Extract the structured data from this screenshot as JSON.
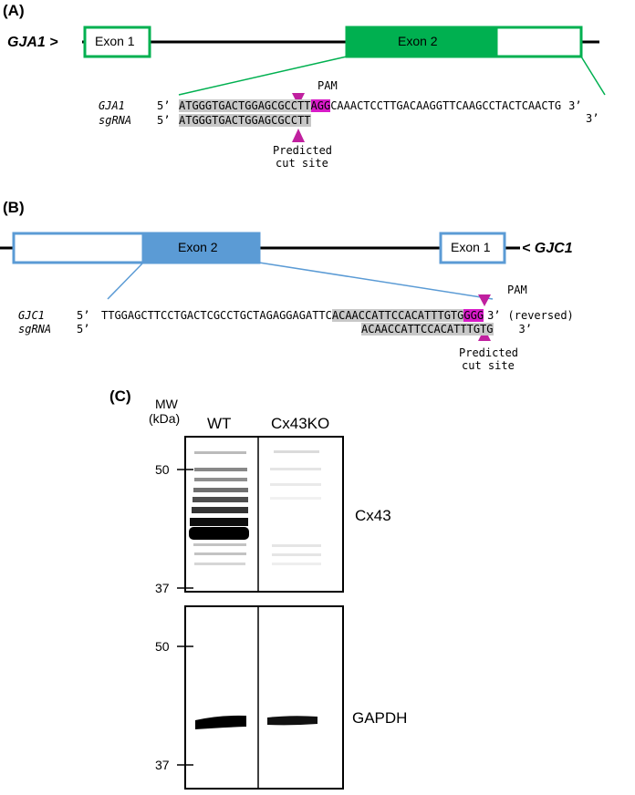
{
  "panel_a": {
    "label": "(A)",
    "gene": "GJA1 >",
    "exon1": "Exon 1",
    "exon2": "Exon 2",
    "colors": {
      "exon": "#00b050",
      "pam": "#d81bc8",
      "highlight": "#c8c8c8"
    },
    "rows": [
      {
        "name": "GJA1",
        "five": "5’",
        "seq_hl": "ATGGGTGACTGGAGCGCCTT",
        "pam": "AGG",
        "rest": "CAAACTCCTTGACAAGGTTCAAGCCTACTCAACTG",
        "three": "3’"
      },
      {
        "name": "sgRNA",
        "five": "5’",
        "seq_hl": "ATGGGTGACTGGAGCGCCTT",
        "pam": "",
        "rest": "",
        "three": "3’"
      }
    ],
    "pam_label": "PAM",
    "cut_label_1": "Predicted",
    "cut_label_2": "cut site"
  },
  "panel_b": {
    "label": "(B)",
    "gene": "< GJC1",
    "exon1": "Exon 1",
    "exon2": "Exon 2",
    "colors": {
      "exon": "#5b9bd5",
      "pam": "#d81bc8",
      "highlight": "#c8c8c8"
    },
    "rows": [
      {
        "name": "GJC1",
        "five": "5’",
        "pre": "TTGGAGCTTCCTGACTCGCCTGCTAGAGGAGATTC",
        "seq_hl": "ACAACCATTCCACATTTGTG",
        "pam": "GGG",
        "three": "3’",
        "note": "(reversed)"
      },
      {
        "name": "sgRNA",
        "five": "5’",
        "seq_hl": "ACAACCATTCCACATTTGTG",
        "three": "3’"
      }
    ],
    "pam_label": "PAM",
    "cut_label_1": "Predicted",
    "cut_label_2": "cut site"
  },
  "panel_c": {
    "label": "(C)",
    "mw_label_1": "MW",
    "mw_label_2": "(kDa)",
    "lanes": [
      "WT",
      "Cx43KO"
    ],
    "blots": [
      {
        "protein": "Cx43",
        "markers": [
          "50",
          "37"
        ]
      },
      {
        "protein": "GAPDH",
        "markers": [
          "50",
          "37"
        ]
      }
    ]
  }
}
